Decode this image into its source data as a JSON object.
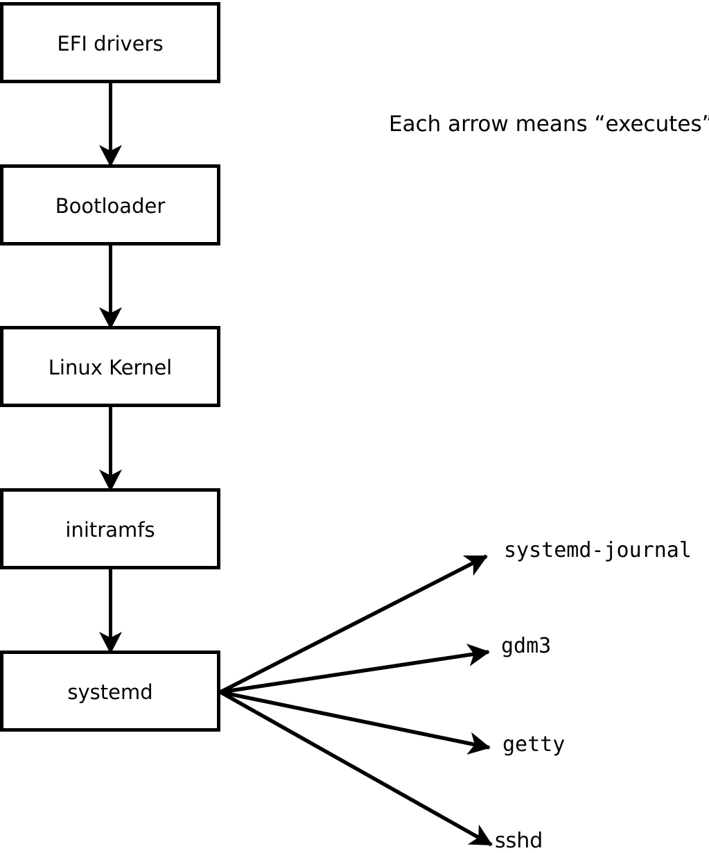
{
  "diagram": {
    "note": "Each arrow means “executes”.",
    "boot_chain": [
      {
        "id": "efi-drivers",
        "label": "EFI drivers"
      },
      {
        "id": "bootloader",
        "label": "Bootloader"
      },
      {
        "id": "linux-kernel",
        "label": "Linux Kernel"
      },
      {
        "id": "initramfs",
        "label": "initramfs"
      },
      {
        "id": "systemd",
        "label": "systemd"
      }
    ],
    "spawned_processes": [
      {
        "id": "systemd-journal",
        "label": "systemd-journal"
      },
      {
        "id": "gdm3",
        "label": "gdm3"
      },
      {
        "id": "getty",
        "label": "getty"
      },
      {
        "id": "sshd",
        "label": "sshd"
      }
    ],
    "colors": {
      "line": "#000000",
      "box_fill": "#ffffff",
      "background": "#ffffff"
    }
  }
}
